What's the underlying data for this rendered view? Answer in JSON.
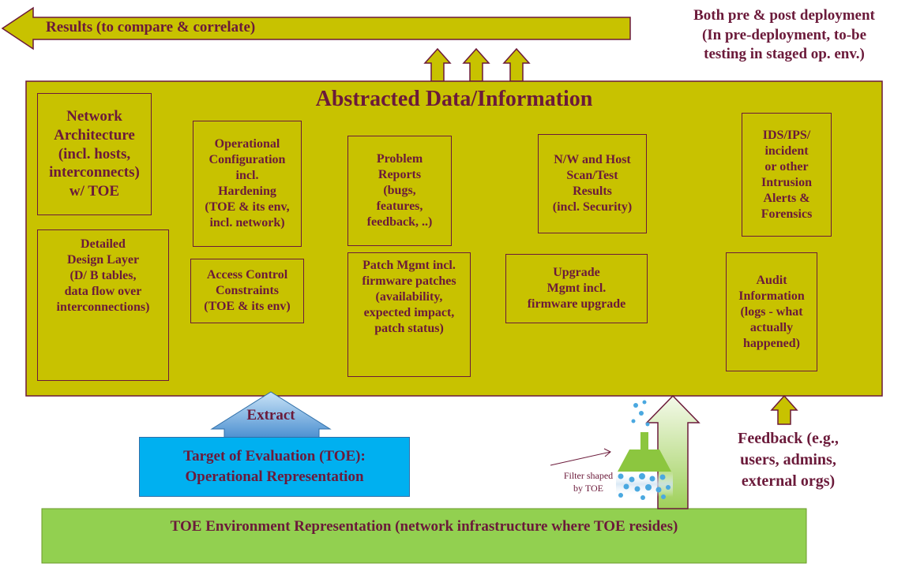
{
  "colors": {
    "panel": "#c8c200",
    "border": "#6b1a3a",
    "text": "#6b1a3a",
    "toe_box": "#00b0f0",
    "env_box": "#92d050",
    "filter": "#8cc63f",
    "drops": "#4aa8e0"
  },
  "results_arrow": {
    "label": "Results (to compare & correlate)"
  },
  "deployment_note": "Both pre & post deployment\n(In pre-deployment, to-be\ntesting in staged op. env.)",
  "panel": {
    "title": "Abstracted Data/Information",
    "boxes": {
      "network_architecture": "Network\nArchitecture\n(incl. hosts,\ninterconnects)\nw/ TOE",
      "detailed_design": "Detailed\nDesign Layer\n(D/ B tables,\ndata flow over\ninterconnections)",
      "operational_configuration": "Operational\nConfiguration\nincl.\nHardening\n(TOE & its env,\nincl. network)",
      "access_control": "Access Control\nConstraints\n(TOE & its env)",
      "problem_reports": "Problem\nReports\n(bugs,\nfeatures,\nfeedback, ..)",
      "patch_mgmt": "Patch Mgmt incl.\nfirmware patches\n(availability,\nexpected impact,\npatch status)",
      "scan_results": "N/W and Host\nScan/Test\nResults\n(incl. Security)",
      "upgrade_mgmt": "Upgrade\nMgmt incl.\nfirmware upgrade",
      "ids_alerts": "IDS/IPS/\nincident\nor other\nIntrusion\nAlerts &\nForensics",
      "audit_info": "Audit\nInformation\n(logs - what\nactually\nhappened)"
    }
  },
  "extract_label": "Extract",
  "toe_box": "Target of Evaluation (TOE):\nOperational Representation",
  "filter_label": "Filter shaped\nby TOE",
  "feedback_note": "Feedback (e.g.,\nusers, admins,\nexternal orgs)",
  "environment_box": "TOE Environment Representation (network infrastructure where TOE resides)"
}
